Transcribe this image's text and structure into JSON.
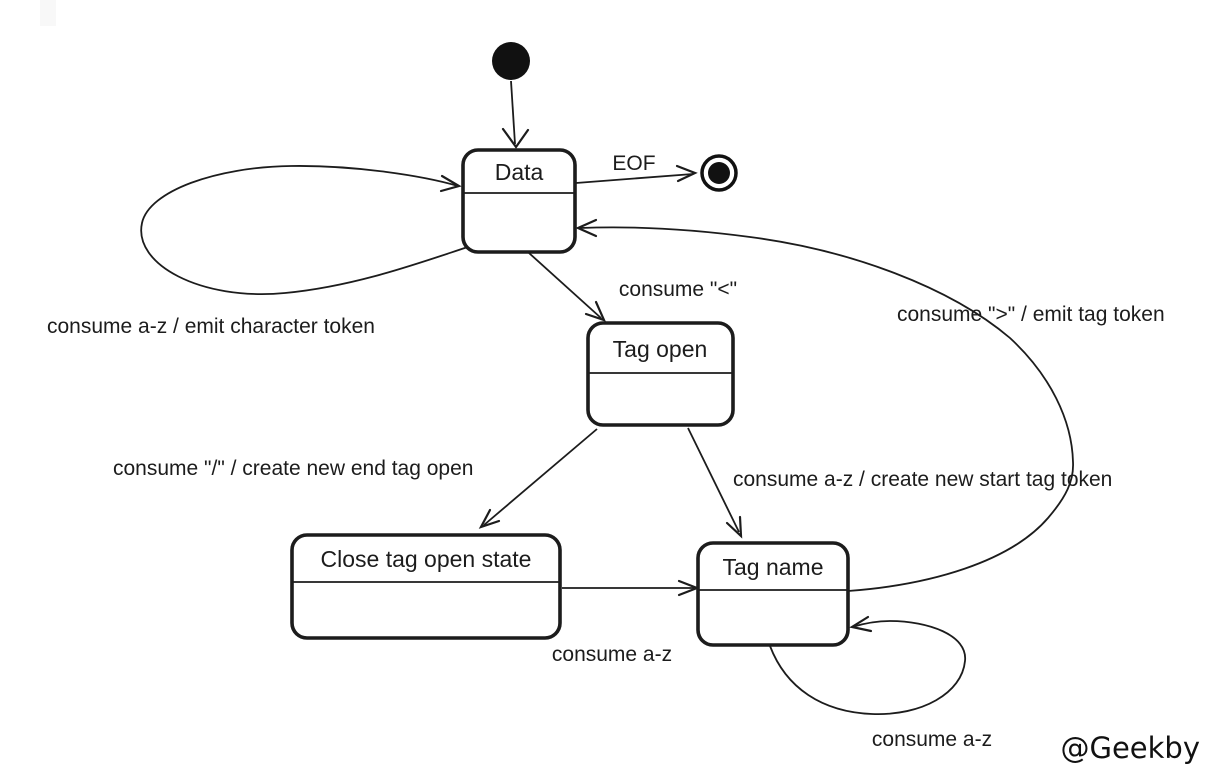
{
  "diagram": {
    "states": [
      {
        "name": "Data"
      },
      {
        "name": "Tag open"
      },
      {
        "name": "Close tag open state"
      },
      {
        "name": "Tag name"
      }
    ],
    "pseudostates": [
      {
        "type": "initial"
      },
      {
        "type": "final"
      }
    ],
    "transitions": [
      {
        "from": "initial",
        "to": "Data",
        "label": ""
      },
      {
        "from": "Data",
        "to": "final",
        "label": "EOF"
      },
      {
        "from": "Data",
        "to": "Data",
        "label": "consume a-z / emit character token"
      },
      {
        "from": "Data",
        "to": "Tag open",
        "label": "consume \"<\""
      },
      {
        "from": "Tag open",
        "to": "Close tag open state",
        "label": "consume \"/\" / create new end tag open"
      },
      {
        "from": "Tag open",
        "to": "Tag name",
        "label": "consume a-z / create new start tag token"
      },
      {
        "from": "Close tag open state",
        "to": "Tag name",
        "label": "consume a-z"
      },
      {
        "from": "Tag name",
        "to": "Tag name",
        "label": "consume a-z"
      },
      {
        "from": "Tag name",
        "to": "Data",
        "label": "consume \">\" / emit tag token"
      }
    ],
    "watermark": {
      "text": "@Geekby"
    },
    "colors": {
      "ink": "#1c1c1c",
      "background": "#ffffff"
    }
  }
}
